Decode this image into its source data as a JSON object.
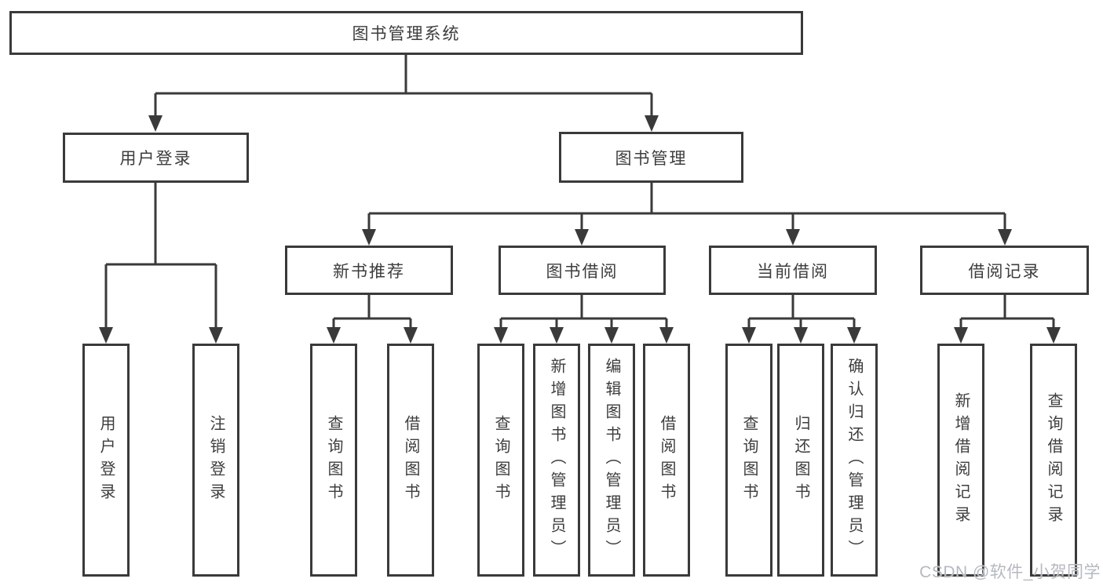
{
  "diagram": {
    "colors": {
      "line": "#3a3a3a",
      "box_border": "#3a3a3a",
      "text": "#3d3d3d",
      "box_background": "#ffffff",
      "page_background": "#ffffff",
      "watermark": "#b5b9bf"
    },
    "root": {
      "label": "图书管理系统"
    },
    "level2": [
      {
        "id": "user-login",
        "label": "用户登录"
      },
      {
        "id": "book-management",
        "label": "图书管理"
      }
    ],
    "level3": [
      {
        "id": "new-book-recommend",
        "label": "新书推荐",
        "parent": "图书管理"
      },
      {
        "id": "book-borrowing",
        "label": "图书借阅",
        "parent": "图书管理"
      },
      {
        "id": "current-borrowing",
        "label": "当前借阅",
        "parent": "图书管理"
      },
      {
        "id": "borrowing-records",
        "label": "借阅记录",
        "parent": "图书管理"
      }
    ],
    "leaves": [
      {
        "label": "用户登录",
        "parent": "用户登录"
      },
      {
        "label": "注销登录",
        "parent": "用户登录"
      },
      {
        "label": "查询图书",
        "parent": "新书推荐"
      },
      {
        "label": "借阅图书",
        "parent": "新书推荐"
      },
      {
        "label": "查询图书",
        "parent": "图书借阅"
      },
      {
        "label": "新增图书（管理员）",
        "parent": "图书借阅"
      },
      {
        "label": "编辑图书（管理员）",
        "parent": "图书借阅"
      },
      {
        "label": "借阅图书",
        "parent": "图书借阅"
      },
      {
        "label": "查询图书",
        "parent": "当前借阅"
      },
      {
        "label": "归还图书",
        "parent": "当前借阅"
      },
      {
        "label": "确认归还（管理员）",
        "parent": "当前借阅"
      },
      {
        "label": "新增借阅记录",
        "parent": "借阅记录"
      },
      {
        "label": "查询借阅记录",
        "parent": "借阅记录"
      }
    ]
  },
  "watermark": {
    "text": "CSDN @软件_小贺同学"
  }
}
